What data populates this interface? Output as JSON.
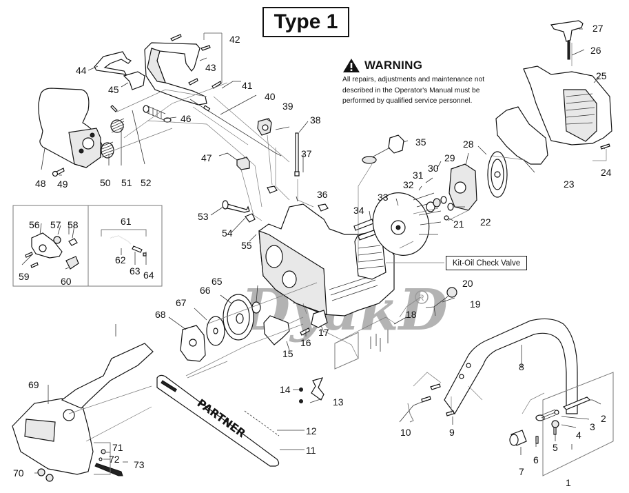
{
  "title": "Type 1",
  "warning": {
    "heading": "WARNING",
    "icon": "warning-triangle-icon",
    "body_lines": [
      "All repairs, adjustments and maintenance not",
      "described in the Operator's Manual must be",
      "performed by qualified  service personnel."
    ]
  },
  "kit_callout": {
    "label": "Kit-Oil Check Valve",
    "part_number": "20"
  },
  "watermark": {
    "text": "DyakD",
    "mark": "®"
  },
  "bar_brand": "PARTNER",
  "callouts": {
    "p1": "1",
    "p2": "2",
    "p3": "3",
    "p4": "4",
    "p5": "5",
    "p6": "6",
    "p7": "7",
    "p8": "8",
    "p9": "9",
    "p10": "10",
    "p11": "11",
    "p12": "12",
    "p13": "13",
    "p14": "14",
    "p15": "15",
    "p16": "16",
    "p17": "17",
    "p18": "18",
    "p19": "19",
    "p20": "20",
    "p21": "21",
    "p22": "22",
    "p23": "23",
    "p24": "24",
    "p25": "25",
    "p26": "26",
    "p27": "27",
    "p28": "28",
    "p29": "29",
    "p30": "30",
    "p31": "31",
    "p32": "32",
    "p33": "33",
    "p34": "34",
    "p35": "35",
    "p36": "36",
    "p37": "37",
    "p38": "38",
    "p39": "39",
    "p40": "40",
    "p41": "41",
    "p42": "42",
    "p43": "43",
    "p44": "44",
    "p45": "45",
    "p46": "46",
    "p47": "47",
    "p48": "48",
    "p49": "49",
    "p50": "50",
    "p51": "51",
    "p52": "52",
    "p53": "53",
    "p54": "54",
    "p55": "55",
    "p56": "56",
    "p57": "57",
    "p58": "58",
    "p59": "59",
    "p60": "60",
    "p61": "61",
    "p62": "62",
    "p63": "63",
    "p64": "64",
    "p65": "65",
    "p66": "66",
    "p67": "67",
    "p68": "68",
    "p69": "69",
    "p70": "70",
    "p71": "71",
    "p72": "72",
    "p73": "73"
  }
}
